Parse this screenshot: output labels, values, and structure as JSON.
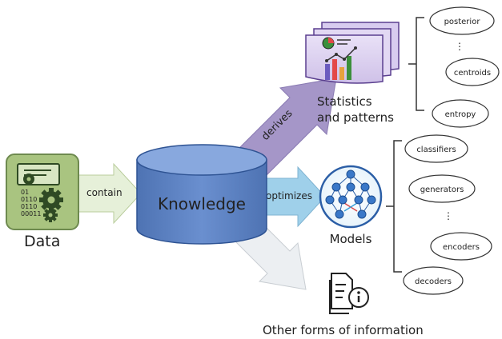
{
  "nodes": {
    "data": "Data",
    "knowledge": "Knowledge",
    "statistics_line1": "Statistics",
    "statistics_line2": "and patterns",
    "models": "Models",
    "other": "Other forms of information"
  },
  "edges": {
    "contain": "contain",
    "derives": "derives",
    "optimizes": "optimizes"
  },
  "data_icon": {
    "binary_lines": [
      "01",
      "0110",
      "0110",
      "00011"
    ]
  },
  "statistics_items": [
    "posterior",
    "⋮",
    "centroids",
    "entropy"
  ],
  "model_items": [
    "classifiers",
    "generators",
    "⋮",
    "encoders",
    "decoders"
  ],
  "icons": [
    "gear-icon",
    "chart-document-icon",
    "neural-network-icon",
    "info-document-icon"
  ],
  "colors": {
    "data_green": "#aec883",
    "knowledge_blue": "#5b7fbf",
    "stats_purple": "#9b86c2",
    "models_blue": "#9ccde8",
    "arrow_light": "#e3efd5",
    "arrow_gray": "#e8ebee"
  }
}
